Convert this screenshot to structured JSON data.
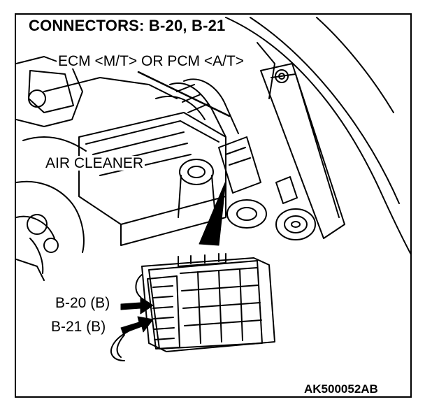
{
  "figure": {
    "title": "CONNECTORS: B-20, B-21",
    "labels": {
      "ecm": "ECM <M/T> OR PCM <A/T>",
      "air_cleaner": "AIR CLEANER",
      "b20": "B-20 (B)",
      "b21": "B-21 (B)"
    },
    "code": "AK500052AB"
  }
}
